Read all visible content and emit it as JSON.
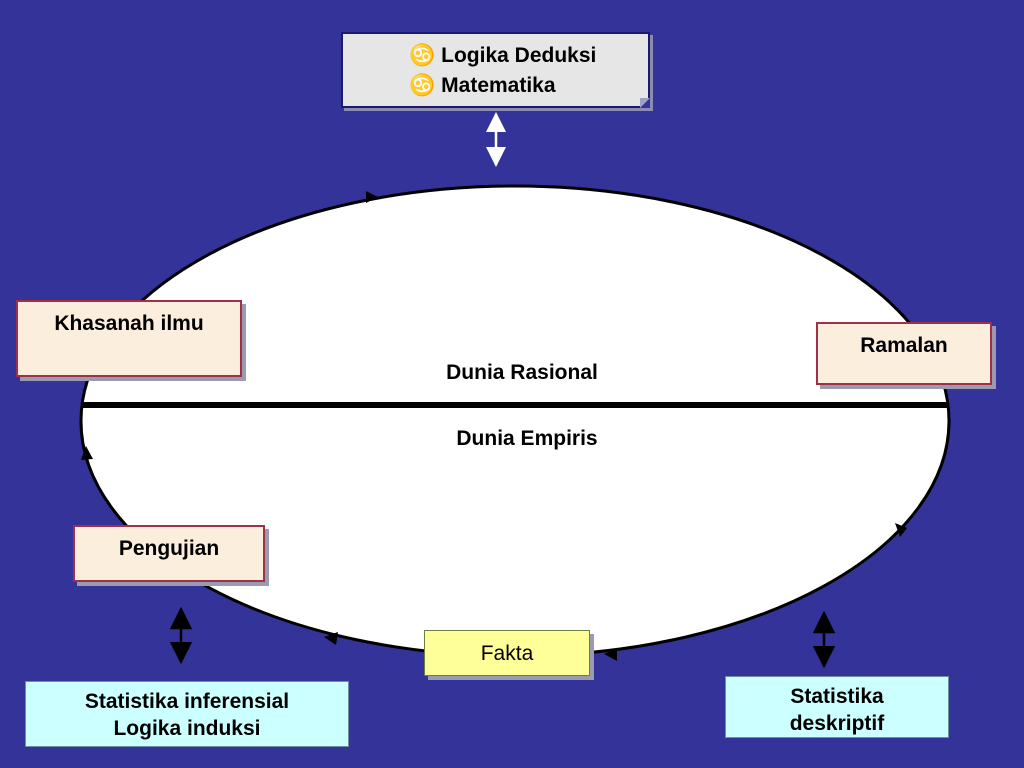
{
  "top_note": {
    "bullet_icon": "cancer-zodiac-bullet",
    "bullet_glyph": "♋",
    "items": [
      "Logika Deduksi",
      "Matematika"
    ]
  },
  "cycle": {
    "rational_label": "Dunia Rasional",
    "empirical_label": "Dunia Empiris"
  },
  "nodes": {
    "khasanah": "Khasanah ilmu",
    "ramalan": "Ramalan",
    "pengujian": "Pengujian",
    "fakta": "Fakta"
  },
  "bottom": {
    "inferensial": [
      "Statistika inferensial",
      "Logika induksi"
    ],
    "deskriptif": [
      "Statistika",
      "deskriptif"
    ]
  },
  "colors": {
    "background": "#333399",
    "ellipse_fill": "#ffffff",
    "node_fill": "#fbeedd",
    "node_border": "#a0304a",
    "cyan_fill": "#ccffff",
    "fakta_fill": "#ffff99",
    "note_fill": "#e6e6e6"
  }
}
